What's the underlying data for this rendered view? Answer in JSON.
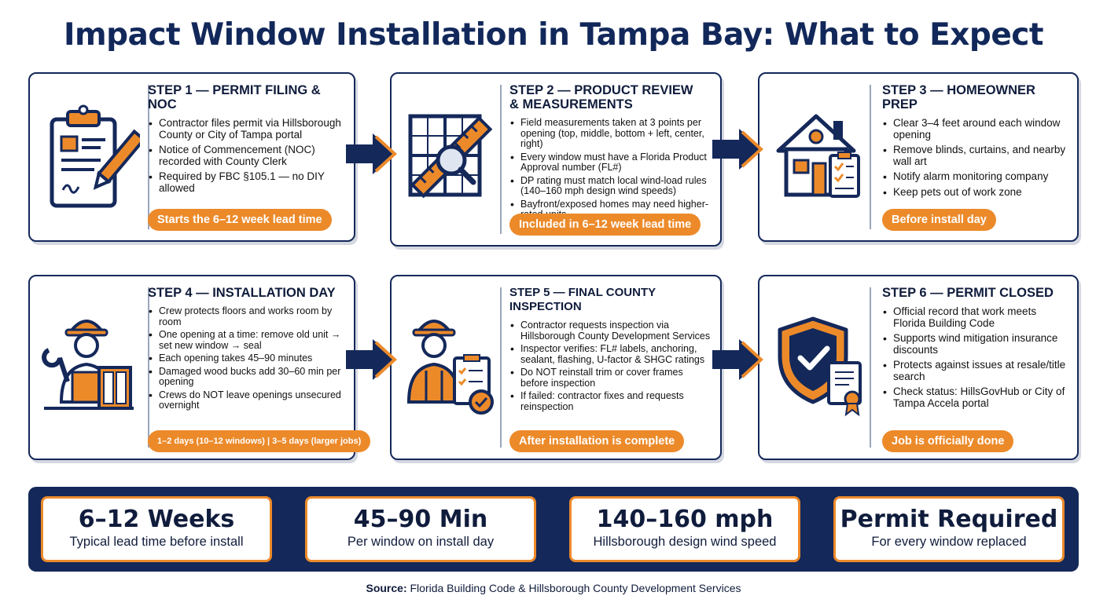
{
  "title": "Impact Window Installation in Tampa Bay: What to Expect",
  "steps": [
    {
      "title": "STEP 1 — PERMIT FILING & NOC",
      "bullets": [
        "Contractor files permit via Hillsborough County or City of Tampa portal",
        "Notice of Commencement (NOC) recorded with County Clerk",
        "Required by FBC §105.1 — no DIY allowed"
      ],
      "pill": "Starts the 6–12 week lead time",
      "icon": "clipboard-pen-icon"
    },
    {
      "title": "STEP 2 — PRODUCT REVIEW & MEASUREMENTS",
      "bullets": [
        "Field measurements taken at 3 points per opening (top, middle, bottom + left, center, right)",
        "Every window must have a Florida Product Approval number (FL#)",
        "DP rating must match local wind-load rules (140–160 mph design wind speeds)",
        "Bayfront/exposed homes may need higher-rated units"
      ],
      "pill": "Included in 6–12 week lead time",
      "icon": "window-ruler-magnifier-icon"
    },
    {
      "title": "STEP 3 — HOMEOWNER PREP",
      "bullets": [
        "Clear 3–4 feet around each window opening",
        "Remove blinds, curtains, and nearby wall art",
        "Notify alarm monitoring company",
        "Keep pets out of work zone"
      ],
      "pill": "Before install day",
      "icon": "house-checklist-icon"
    },
    {
      "title": "STEP 4 — INSTALLATION DAY",
      "bullets": [
        "Crew protects floors and works room by room",
        "One opening at a time: remove old unit → set new window → seal",
        "Each opening takes 45–90 minutes",
        "Damaged wood bucks add 30–60 min per opening",
        "Crews do NOT leave openings unsecured overnight"
      ],
      "pill": "1–2 days (10–12 windows) | 3–5 days (larger jobs)",
      "icon": "worker-wrench-window-icon"
    },
    {
      "title": "STEP 5 — FINAL COUNTY INSPECTION",
      "bullets": [
        "Contractor requests inspection via Hillsborough County Development Services",
        "Inspector verifies: FL# labels, anchoring, sealant, flashing, U-factor & SHGC ratings",
        "Do NOT reinstall trim or cover frames before inspection",
        "If failed: contractor fixes and requests reinspection"
      ],
      "pill": "After installation is complete",
      "icon": "inspector-checklist-icon"
    },
    {
      "title": "STEP 6 — PERMIT CLOSED",
      "bullets": [
        "Official record that work meets Florida Building Code",
        "Supports wind mitigation insurance discounts",
        "Protects against issues at resale/title search",
        "Check status: HillsGovHub or City of Tampa Accela portal"
      ],
      "pill": "Job is officially done",
      "icon": "shield-certificate-icon"
    }
  ],
  "stats": [
    {
      "big": "6–12 Weeks",
      "small": "Typical lead time before install"
    },
    {
      "big": "45–90 Min",
      "small": "Per window on install day"
    },
    {
      "big": "140–160 mph",
      "small": "Hillsborough design wind speed"
    },
    {
      "big": "Permit Required",
      "small": "For every window replaced"
    }
  ],
  "source": {
    "label": "Source:",
    "text": "Florida Building Code & Hillsborough County Development Services"
  },
  "colors": {
    "navy": "#14285a",
    "orange": "#ec8a2a"
  }
}
